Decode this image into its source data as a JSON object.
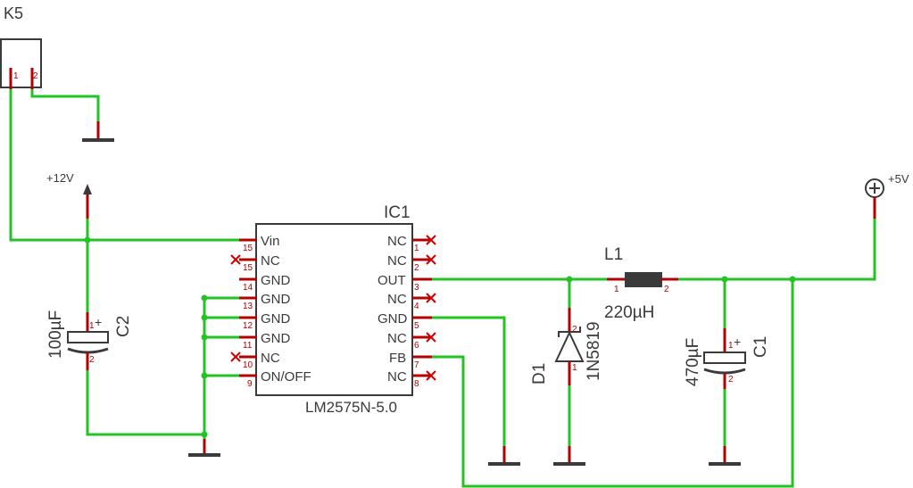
{
  "connector": {
    "name": "K5",
    "pin1": "1",
    "pin2": "2"
  },
  "supply_in": {
    "label": "+12V"
  },
  "supply_out": {
    "label": "+5V"
  },
  "ic": {
    "name": "IC1",
    "value": "LM2575N-5.0",
    "left_pins": [
      {
        "num": "15",
        "name": "Vin"
      },
      {
        "num": "15",
        "name": "NC"
      },
      {
        "num": "14",
        "name": "GND"
      },
      {
        "num": "13",
        "name": "GND"
      },
      {
        "num": "12",
        "name": "GND"
      },
      {
        "num": "11",
        "name": "GND"
      },
      {
        "num": "10",
        "name": "NC"
      },
      {
        "num": "9",
        "name": "ON/OFF"
      }
    ],
    "right_pins": [
      {
        "num": "1",
        "name": "NC"
      },
      {
        "num": "2",
        "name": "NC"
      },
      {
        "num": "3",
        "name": "OUT"
      },
      {
        "num": "4",
        "name": "NC"
      },
      {
        "num": "5",
        "name": "GND"
      },
      {
        "num": "6",
        "name": "NC"
      },
      {
        "num": "7",
        "name": "FB"
      },
      {
        "num": "8",
        "name": "NC"
      }
    ]
  },
  "c2": {
    "name": "C2",
    "value": "100µF",
    "plus": "+",
    "pin1": "1",
    "pin2": "2"
  },
  "c1": {
    "name": "C1",
    "value": "470µF",
    "plus": "+",
    "pin1": "1",
    "pin2": "2"
  },
  "l1": {
    "name": "L1",
    "value": "220µH",
    "pin1": "1",
    "pin2": "2"
  },
  "d1": {
    "name": "D1",
    "value": "1N5819",
    "pin1": "1",
    "pin2": "2"
  }
}
